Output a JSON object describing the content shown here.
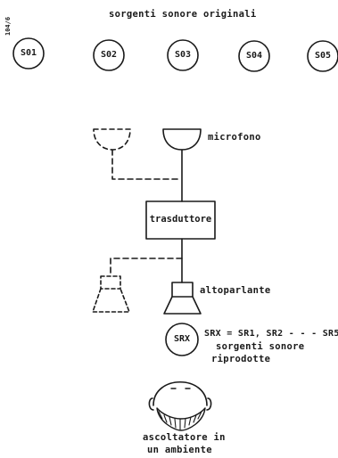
{
  "page_number": "104/6",
  "original_sources": {
    "title": "sorgenti  sonore  originali",
    "items": [
      "S01",
      "S02",
      "S03",
      "S04",
      "S05"
    ]
  },
  "microphone": {
    "label": "microfono"
  },
  "transducer": {
    "label": "trasduttore"
  },
  "loudspeaker": {
    "label": "altoparlante"
  },
  "reproduced_source": {
    "symbol": "SRX",
    "formula": "SRX = SR1, SR2 - - - SR5",
    "description_line1": "sorgenti  sonore",
    "description_line2": "riprodotte"
  },
  "listener": {
    "label_line1": "ascoltatore in",
    "label_line2": "un ambiente"
  }
}
